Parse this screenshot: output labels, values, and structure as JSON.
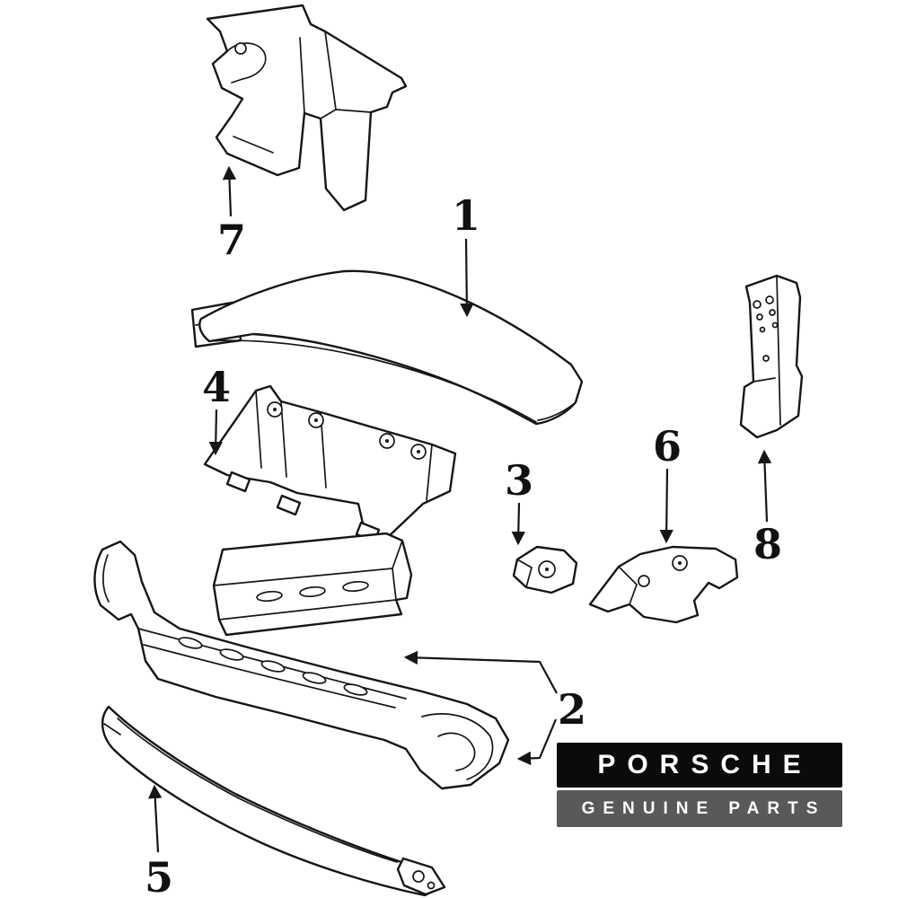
{
  "canvas": {
    "background": "#ffffff",
    "line_color": "#161616"
  },
  "callouts": [
    {
      "label": "1"
    },
    {
      "label": "2"
    },
    {
      "label": "3"
    },
    {
      "label": "4"
    },
    {
      "label": "5"
    },
    {
      "label": "6"
    },
    {
      "label": "7"
    },
    {
      "label": "8"
    }
  ],
  "badge": {
    "brand": "PORSCHE",
    "subtitle": "GENUINE PARTS",
    "brand_bg": "#0b0b0b",
    "subtitle_bg": "#59595c",
    "text_color": "#ffffff"
  }
}
